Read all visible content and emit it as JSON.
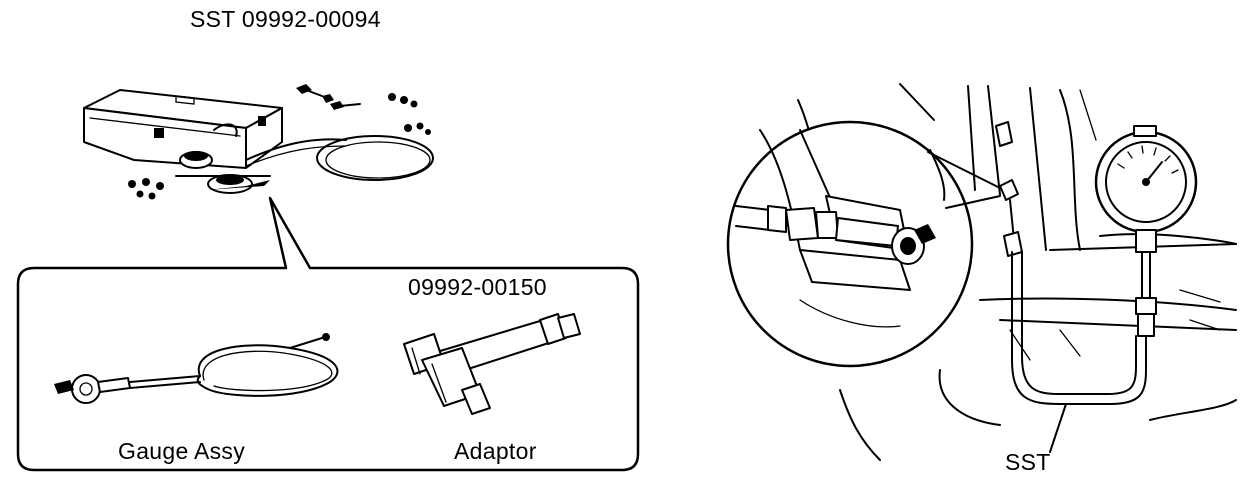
{
  "figure": {
    "kit_title": "SST 09992-00094",
    "inset_part_number": "09992-00150",
    "inset_items": [
      {
        "label": "Gauge Assy"
      },
      {
        "label": "Adaptor"
      }
    ],
    "right_callout": "SST"
  }
}
